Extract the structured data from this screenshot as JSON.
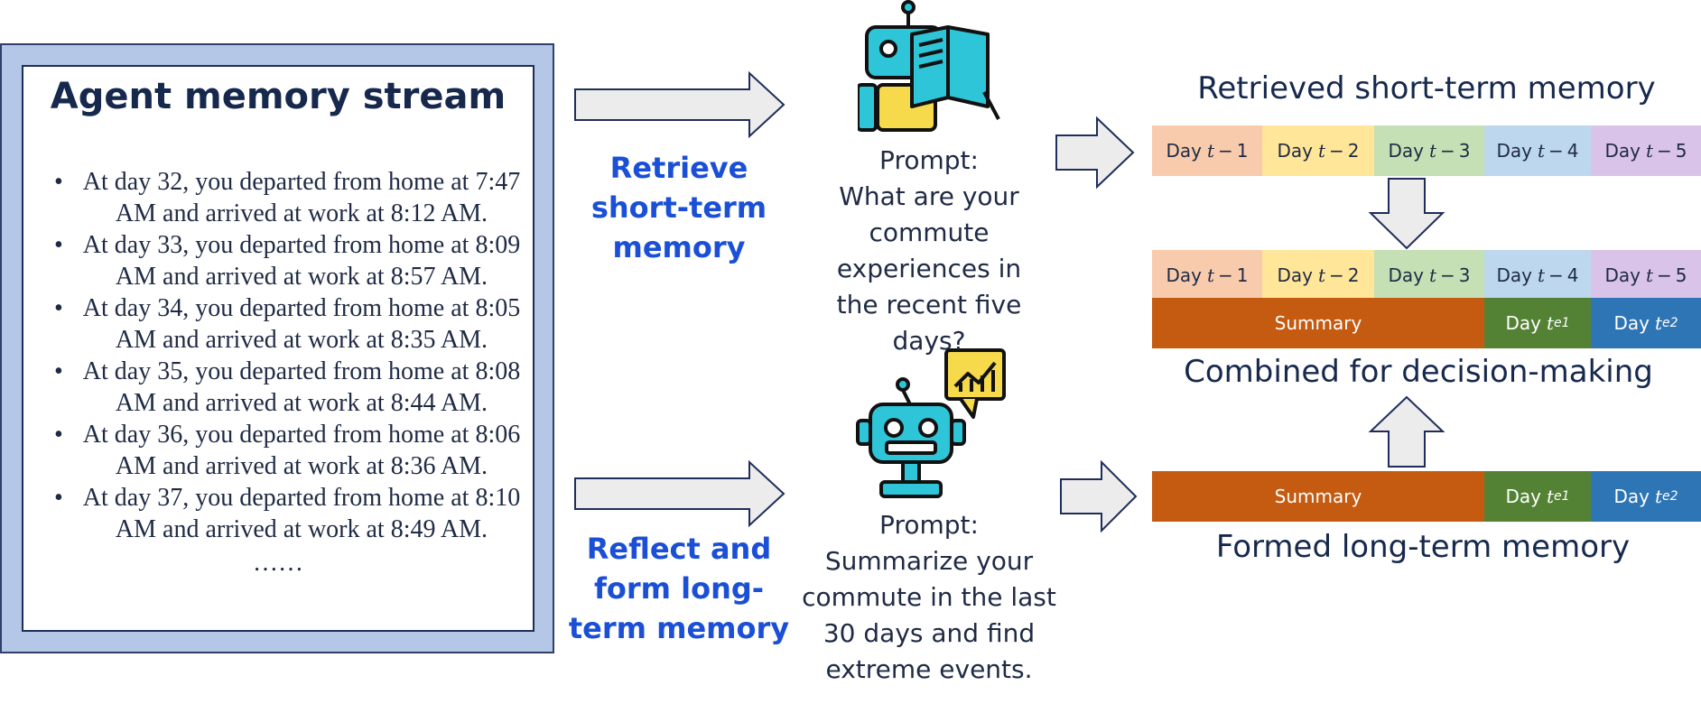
{
  "memory_stream": {
    "title": "Agent memory stream",
    "entries": [
      "At day 32, you departed from home at 7:47 AM and arrived at work at 8:12 AM.",
      "At day 33, you departed from home at 8:09 AM and arrived at work at 8:57 AM.",
      "At day 34, you departed from home at 8:05 AM and arrived at work at 8:35 AM.",
      "At day 35, you departed from home at 8:08 AM and arrived at work at 8:44 AM.",
      "At day 36, you departed from home at 8:06 AM and arrived at work at 8:36 AM.",
      "At day 37, you departed from home at 8:10 AM and arrived at work at 8:49 AM."
    ],
    "ellipsis": "……",
    "bullet": "•"
  },
  "labels": {
    "retrieve": "Retrieve short-term memory",
    "reflect": "Reflect and form long-term memory"
  },
  "prompts": {
    "short_term": {
      "label": "Prompt:",
      "text": "What are your commute experiences in the recent five days?"
    },
    "long_term": {
      "label": "Prompt:",
      "text": "Summarize your commute in the last 30 days and find extreme events."
    }
  },
  "headings": {
    "retrieved": "Retrieved short-term memory",
    "combined": "Combined for decision-making",
    "formed": "Formed long-term memory"
  },
  "days": [
    {
      "word": "Day",
      "var": "t",
      "op": "−",
      "n": "1"
    },
    {
      "word": "Day",
      "var": "t",
      "op": "−",
      "n": "2"
    },
    {
      "word": "Day",
      "var": "t",
      "op": "−",
      "n": "3"
    },
    {
      "word": "Day",
      "var": "t",
      "op": "−",
      "n": "4"
    },
    {
      "word": "Day",
      "var": "t",
      "op": "−",
      "n": "5"
    }
  ],
  "long_term": {
    "summary": "Summary",
    "event1": {
      "word": "Day",
      "var": "t",
      "sub": "e1"
    },
    "event2": {
      "word": "Day",
      "var": "t",
      "sub": "e2"
    }
  },
  "colors": {
    "day1": "#f8cbad",
    "day2": "#ffe699",
    "day3": "#c5e0b4",
    "day4": "#bdd7ee",
    "day5": "#d9c3e9",
    "summary": "#c55a11",
    "event1": "#548235",
    "event2": "#2e75b6",
    "arrow_fill": "#ececec",
    "arrow_stroke": "#1f2d5a"
  },
  "icons": [
    "robot-reading-book-icon",
    "robot-chart-speech-icon"
  ]
}
